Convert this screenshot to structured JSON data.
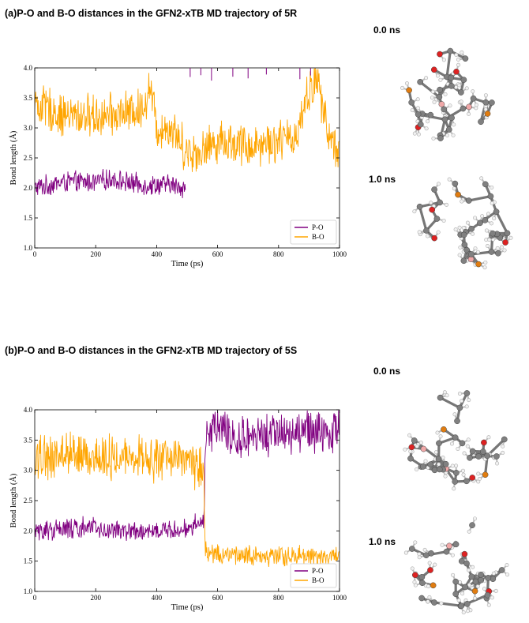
{
  "panels": [
    {
      "title": "(a)P-O and B-O distances in the GFN2-xTB MD trajectory of 5R",
      "snapshots": [
        "0.0 ns",
        "1.0 ns"
      ]
    },
    {
      "title": "(b)P-O and B-O distances in the GFN2-xTB MD trajectory of 5S",
      "snapshots": [
        "0.0 ns",
        "1.0 ns"
      ]
    }
  ],
  "colors": {
    "P-O": "#800080",
    "B-O": "#ffa500"
  },
  "chart_data": [
    {
      "type": "line",
      "title": "",
      "xlabel": "Time (ps)",
      "ylabel": "Bond length (Å)",
      "xlim": [
        0,
        1000
      ],
      "ylim": [
        1.0,
        4.0
      ],
      "xticks": [
        0,
        200,
        400,
        600,
        800,
        1000
      ],
      "yticks": [
        1.0,
        1.5,
        2.0,
        2.5,
        3.0,
        3.5,
        4.0
      ],
      "legend": "lower-right",
      "series": [
        {
          "name": "P-O",
          "color": "#800080",
          "x": [
            0,
            50,
            100,
            150,
            200,
            250,
            300,
            350,
            400,
            450,
            495
          ],
          "y": [
            2.0,
            2.05,
            2.1,
            2.1,
            2.1,
            2.15,
            2.1,
            2.05,
            2.05,
            2.05,
            2.0
          ]
        },
        {
          "name": "B-O",
          "color": "#ffa500",
          "x": [
            0,
            50,
            100,
            150,
            200,
            250,
            300,
            350,
            380,
            400,
            450,
            500,
            550,
            600,
            650,
            700,
            750,
            800,
            850,
            880,
            900,
            930,
            960,
            1000
          ],
          "y": [
            3.4,
            3.3,
            3.2,
            3.2,
            3.2,
            3.2,
            3.25,
            3.3,
            3.7,
            3.0,
            3.0,
            2.6,
            2.6,
            2.8,
            2.75,
            2.7,
            2.75,
            2.8,
            2.8,
            3.3,
            3.6,
            3.8,
            2.9,
            2.6
          ]
        }
      ]
    },
    {
      "type": "line",
      "title": "",
      "xlabel": "Time (ps)",
      "ylabel": "Bond length (Å)",
      "xlim": [
        0,
        1000
      ],
      "ylim": [
        1.0,
        4.0
      ],
      "xticks": [
        0,
        200,
        400,
        600,
        800,
        1000
      ],
      "yticks": [
        1.0,
        1.5,
        2.0,
        2.5,
        3.0,
        3.5,
        4.0
      ],
      "legend": "lower-right",
      "series": [
        {
          "name": "P-O",
          "color": "#800080",
          "x": [
            0,
            50,
            100,
            150,
            200,
            250,
            300,
            350,
            400,
            450,
            500,
            540,
            555,
            560,
            600,
            650,
            700,
            750,
            800,
            850,
            900,
            950,
            1000
          ],
          "y": [
            2.0,
            2.0,
            2.05,
            2.05,
            2.05,
            2.0,
            2.0,
            2.0,
            2.05,
            2.0,
            2.05,
            2.2,
            2.1,
            3.6,
            3.7,
            3.6,
            3.55,
            3.55,
            3.6,
            3.6,
            3.65,
            3.6,
            3.7
          ]
        },
        {
          "name": "B-O",
          "color": "#ffa500",
          "x": [
            0,
            50,
            100,
            150,
            200,
            250,
            300,
            350,
            400,
            450,
            500,
            540,
            555,
            560,
            600,
            650,
            700,
            750,
            800,
            850,
            900,
            950,
            1000
          ],
          "y": [
            3.3,
            3.2,
            3.3,
            3.25,
            3.25,
            3.2,
            3.3,
            3.25,
            3.15,
            3.2,
            3.1,
            3.05,
            3.0,
            1.65,
            1.6,
            1.6,
            1.6,
            1.55,
            1.6,
            1.6,
            1.55,
            1.55,
            1.6
          ]
        }
      ]
    }
  ]
}
